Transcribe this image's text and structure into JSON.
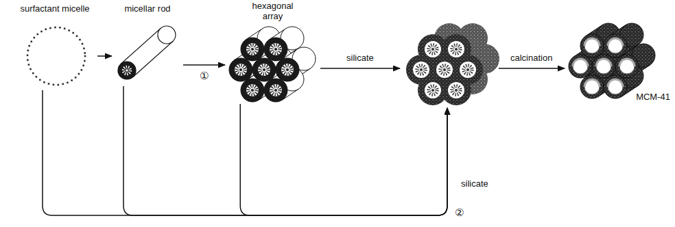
{
  "diagram": {
    "nodes": [
      {
        "text": [
          "surfactant micelle"
        ]
      },
      {
        "text": [
          "micellar rod"
        ]
      },
      {
        "text": [
          "hexagonal array"
        ]
      },
      {
        "text": []
      },
      {
        "text": [
          "MCM-41"
        ]
      }
    ],
    "edges": [
      {
        "from": 0,
        "to": 1,
        "arrow": "to"
      },
      {
        "from": 1,
        "to": 2,
        "arrow": "to",
        "label": "①"
      },
      {
        "from": 2,
        "to": 3,
        "arrow": "to",
        "label": "silicate"
      },
      {
        "from": 3,
        "to": 4,
        "arrow": "to",
        "label": "calcination"
      },
      {
        "from": 0,
        "to": 3,
        "arrow": "to"
      },
      {
        "from": 1,
        "to": 3,
        "arrow": "to"
      },
      {
        "from": 2,
        "to": 3,
        "arrow": "to"
      }
    ],
    "labels": [
      "silicate",
      "②"
    ]
  }
}
